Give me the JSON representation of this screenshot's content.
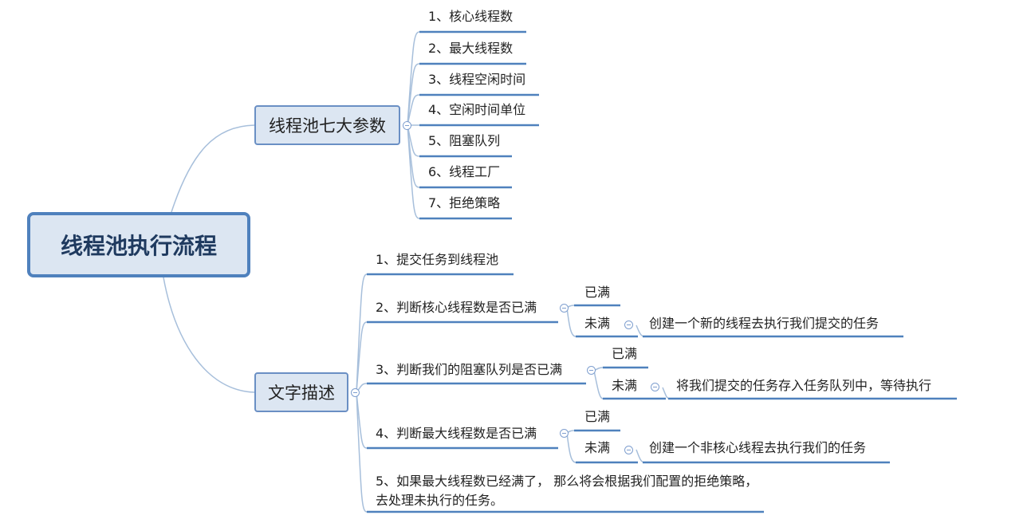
{
  "root": {
    "label": "线程池执行流程"
  },
  "params": {
    "label": "线程池七大参数",
    "items": [
      "1、核心线程数",
      "2、最大线程数",
      "3、线程空闲时间",
      "4、空闲时间单位",
      "5、阻塞队列",
      "6、线程工厂",
      "7、拒绝策略"
    ]
  },
  "desc": {
    "label": "文字描述",
    "steps": [
      {
        "label": "1、提交任务到线程池"
      },
      {
        "label": "2、判断核心线程数是否已满",
        "full": "已满",
        "notfull": "未满",
        "action": "创建一个新的线程去执行我们提交的任务"
      },
      {
        "label": "3、判断我们的阻塞队列是否已满",
        "full": "已满",
        "notfull": "未满",
        "action": "将我们提交的任务存入任务队列中，等待执行"
      },
      {
        "label": "4、判断最大线程数是否已满",
        "full": "已满",
        "notfull": "未满",
        "action": "创建一个非核心线程去执行我们的任务"
      },
      {
        "label": "5、如果最大线程数已经满了， 那么将会根据我们配置的拒绝策略，去处理未执行的任务。"
      }
    ]
  },
  "colors": {
    "line": "#4f81bd",
    "curve": "#a7bfdb",
    "node_fill": "#dce6f2",
    "root_border": "#4f81bd"
  }
}
